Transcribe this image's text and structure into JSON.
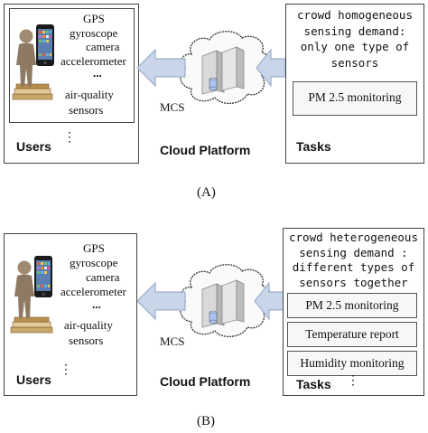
{
  "panel_a": {
    "sensors": [
      "GPS",
      "gyroscope",
      "camera",
      "accelerometer",
      "...",
      "air-quality",
      "sensors"
    ],
    "users_label": "Users",
    "users_ellipsis": "⋮",
    "platform_label": "Cloud Platform",
    "mcs_label": "MCS",
    "demand_lines": [
      "crowd homogeneous",
      "sensing demand:",
      "only one type of",
      "sensors"
    ],
    "tasks_items": [
      "PM 2.5 monitoring"
    ],
    "tasks_label": "Tasks",
    "caption": "(A)"
  },
  "panel_b": {
    "sensors": [
      "GPS",
      "gyroscope",
      "camera",
      "accelerometer",
      "...",
      "air-quality",
      "sensors"
    ],
    "users_label": "Users",
    "users_ellipsis": "⋮",
    "platform_label": "Cloud Platform",
    "mcs_label": "MCS",
    "demand_lines": [
      "crowd heterogeneous",
      "sensing demand :",
      "different types of",
      "sensors together"
    ],
    "tasks_items": [
      "PM 2.5 monitoring",
      "Temperature report",
      "Humidity monitoring"
    ],
    "tasks_label": "Tasks",
    "tasks_ellipsis": "⋮",
    "caption": "(B)"
  }
}
